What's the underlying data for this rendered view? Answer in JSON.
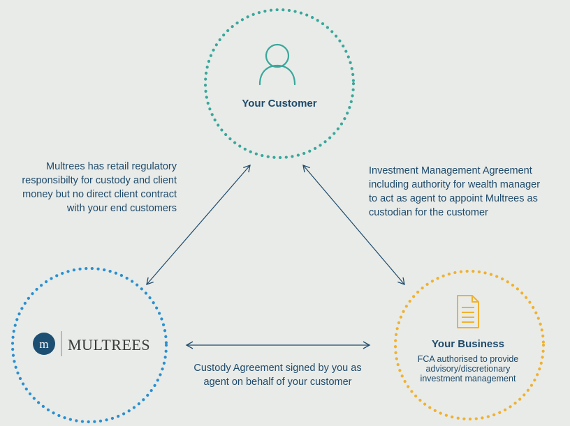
{
  "colors": {
    "background": "#e8ebe8",
    "customer_ring": "#3aa79b",
    "multrees_ring": "#2b8fcf",
    "business_ring": "#f0b130",
    "arrow": "#1f4a6b",
    "text": "#1f4a6b"
  },
  "nodes": {
    "customer": {
      "label": "Your Customer",
      "icon": "person-icon"
    },
    "multrees": {
      "logo_letter": "m",
      "logo_text": "MULTREES"
    },
    "business": {
      "title": "Your Business",
      "description_lines": [
        "FCA authorised to provide",
        "advisory/discretionary",
        "investment management"
      ],
      "icon": "document-icon"
    }
  },
  "relationships": {
    "multrees_customer": {
      "lines": [
        "Multrees has retail regulatory",
        "responsibilty for custody and client",
        "money but no direct client contract",
        "with your end customers"
      ]
    },
    "business_customer": {
      "lines": [
        "Investment Management Agreement",
        "including authority for wealth manager",
        "to act as agent to appoint Multrees as",
        "custodian for the customer"
      ]
    },
    "multrees_business": {
      "lines": [
        "Custody Agreement signed by you as",
        "agent on behalf of your customer"
      ]
    }
  }
}
